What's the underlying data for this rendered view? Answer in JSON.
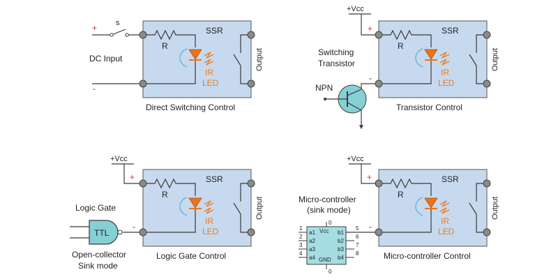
{
  "colors": {
    "box_fill": "#c7d9ee",
    "box_stroke": "#555555",
    "wire": "#3a3a3a",
    "terminal": "#8a8a8a",
    "led_orange": "#e8741c",
    "ir_text": "#ef7a1f",
    "polarity_red": "#d3312a",
    "transistor_fill": "#86cfd5",
    "mcu_fill": "#a6dde2",
    "led_ring": "#6fb7d6"
  },
  "icons": [
    "resistor-icon",
    "led-icon",
    "ir-arrow-icon",
    "switch-icon",
    "transistor-icon",
    "ttl-gate-icon",
    "ic-chip-icon"
  ],
  "panel1": {
    "ssr": "SSR",
    "r": "R",
    "ir": "IR",
    "led": "LED",
    "output": "Output",
    "plus": "+",
    "minus": "-",
    "switch_label": "s",
    "input_label": "DC Input",
    "caption": "Direct Switching Control"
  },
  "panel2": {
    "ssr": "SSR",
    "r": "R",
    "ir": "IR",
    "led": "LED",
    "output": "Output",
    "plus": "+",
    "minus": "-",
    "vcc": "+Vcc",
    "switching_line1": "Switching",
    "switching_line2": "Transistor",
    "npn": "NPN",
    "caption": "Transistor Control"
  },
  "panel3": {
    "ssr": "SSR",
    "r": "R",
    "ir": "IR",
    "led": "LED",
    "output": "Output",
    "plus": "+",
    "minus": "-",
    "vcc": "+Vcc",
    "gate_label": "Logic Gate",
    "ttl": "TTL",
    "oc_line1": "Open-collector",
    "oc_line2": "Sink mode",
    "caption": "Logic Gate Control"
  },
  "panel4": {
    "ssr": "SSR",
    "r": "R",
    "ir": "IR",
    "led": "LED",
    "output": "Output",
    "plus": "+",
    "minus": "-",
    "vcc": "+Vcc",
    "mcu_line1": "Micro-controller",
    "mcu_line2": "(sink mode)",
    "caption": "Micro-controller Control",
    "chip": {
      "top_pin": "0",
      "bottom_pin": "0",
      "vcc": "Vcc",
      "gnd": "GND",
      "left_pins": [
        "1",
        "2",
        "3",
        "4"
      ],
      "right_pins": [
        "5",
        "6",
        "7",
        "8"
      ],
      "left_labels": [
        "a1",
        "a2",
        "a3",
        "a4"
      ],
      "right_labels": [
        "b1",
        "b2",
        "b3",
        "b4"
      ]
    }
  }
}
